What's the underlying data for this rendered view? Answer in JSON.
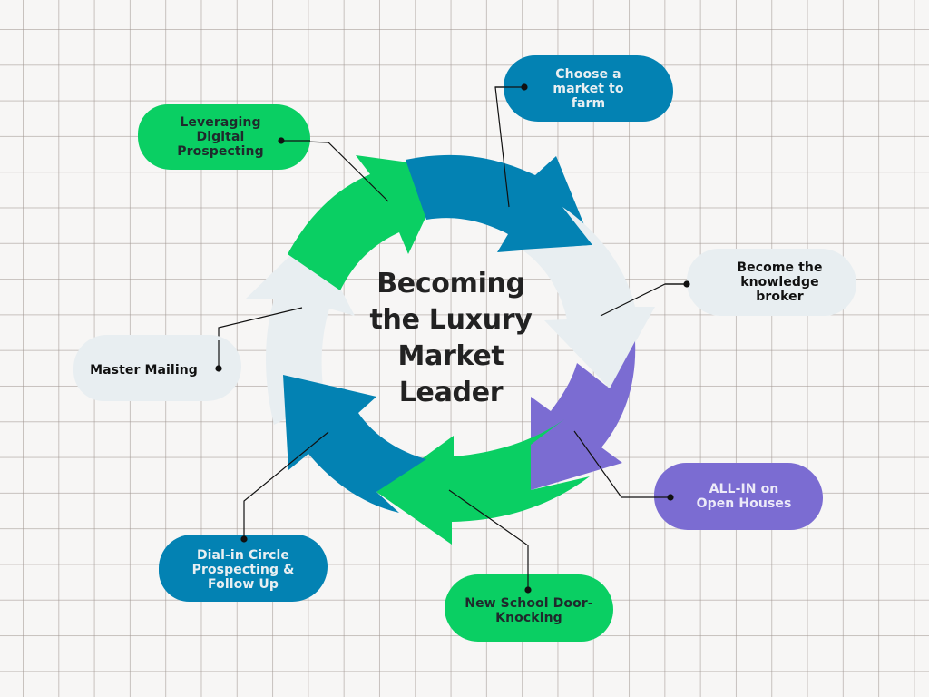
{
  "title": {
    "lines": [
      "Becoming",
      "the Luxury",
      "Market",
      "Leader"
    ]
  },
  "colors": {
    "blue": "#0382b3",
    "green": "#0acf63",
    "light_grey": "#e8eef1",
    "purple": "#7b6cd2",
    "text_dark": "#222222",
    "connector": "#111111"
  },
  "steps": [
    {
      "id": "choose-market",
      "color": "blue",
      "lines": [
        "Choose a",
        "market to",
        "farm"
      ]
    },
    {
      "id": "knowledge-broker",
      "color": "light_grey",
      "lines": [
        "Become the",
        "knowledge",
        "broker"
      ]
    },
    {
      "id": "open-houses",
      "color": "purple",
      "lines": [
        "ALL-IN on",
        "Open Houses"
      ]
    },
    {
      "id": "door-knocking",
      "color": "green",
      "lines": [
        "New School Door-",
        "Knocking"
      ]
    },
    {
      "id": "circle-prospecting",
      "color": "blue",
      "lines": [
        "Dial-in Circle",
        "Prospecting &",
        "Follow Up"
      ]
    },
    {
      "id": "master-mailing",
      "color": "light_grey",
      "lines": [
        "Master Mailing"
      ]
    },
    {
      "id": "digital-prospecting",
      "color": "green",
      "lines": [
        "Leveraging",
        "Digital",
        "Prospecting"
      ]
    }
  ]
}
